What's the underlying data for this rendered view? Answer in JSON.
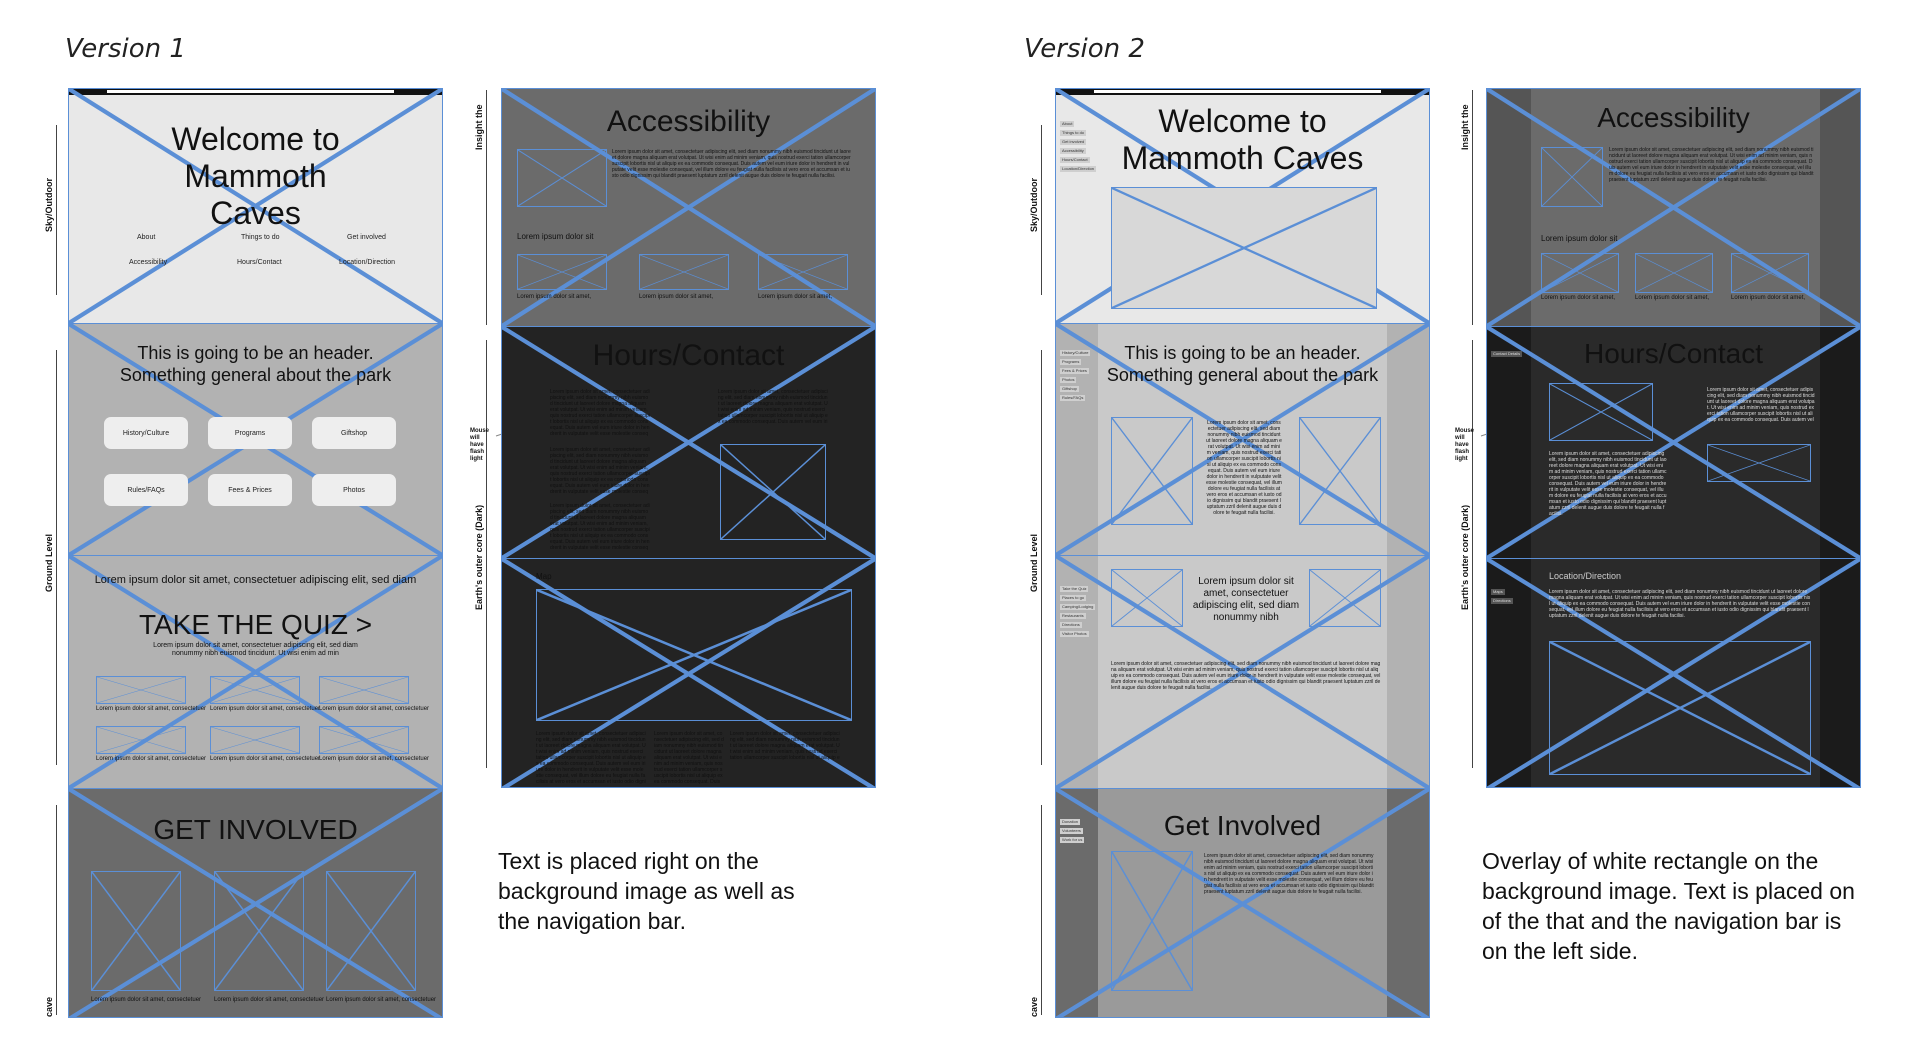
{
  "versions": {
    "v1": "Version 1",
    "v2": "Version 2"
  },
  "side_labels": {
    "sky": "Sky/Outdoor",
    "ground": "Ground Level",
    "cave": "cave",
    "insight": "Insight the",
    "earth": "Earth's outer core (Dark)"
  },
  "mouse_note": "Mouse will have flash light",
  "common": {
    "welcome": "Welcome to Mammoth Caves",
    "header": "This is going to be an header. Something general about the park",
    "accessibility": "Accessibility",
    "hours": "Hours/Contact",
    "lorem_short": "Lorem ipsum dolor sit",
    "lorem_cap": "Lorem ipsum dolor sit amet,",
    "lorem_line": "Lorem ipsum dolor sit amet, consectetuer adipiscing elit, sed diam",
    "lorem_para": "Lorem ipsum dolor sit amet, consectetuer adipiscing elit, sed diam nonummy nibh euismod tincidunt ut laoreet dolore magna aliquam erat volutpat. Ut wisi enim ad minim veniam, quis nostrud exerci tation ullamcorper suscipit lobortis nisl ut aliquip ex ea commodo consequat. Duis autem vel eum iriure dolor in hendrerit in vulputate velit esse molestie consequat, vel illum dolore eu feugiat nulla facilisis at vero eros et accumsan et iusto odio dignissim qui blandit praesent luptatum zzril delenit augue duis dolore te feugait nulla facilisi."
  },
  "v1": {
    "nav": [
      "About",
      "Things to do",
      "Get involved",
      "Accessibility",
      "Hours/Contact",
      "Location/Direction"
    ],
    "buttons": [
      "History/Culture",
      "Programs",
      "Giftshop",
      "Rules/FAQs",
      "Fees & Prices",
      "Photos"
    ],
    "quiz_lead": "Lorem ipsum dolor sit amet, consectetuer adipiscing elit, sed diam",
    "quiz_title": "TAKE THE QUIZ >",
    "quiz_sub": "Lorem ipsum dolor sit amet, consectetuer adipiscing elit, sed diam nonummy nibh euismod tincidunt. Ut wisi enim ad min",
    "thumb_caption": "Lorem ipsum dolor sit amet, consectetuer",
    "get_involved": "GET INVOLVED",
    "map_label": "Map",
    "note": "Text is placed right on the background image as well as the navigation bar."
  },
  "v2": {
    "nav_top": [
      "About",
      "Things to do",
      "Get involved",
      "Accessibility",
      "Hours/Contact",
      "Location/Direction"
    ],
    "nav_ground": [
      "History/Culture",
      "Programs",
      "Fees & Prices",
      "Photos",
      "Giftshop",
      "Rules/FAQs"
    ],
    "nav_quiz": [
      "Take the Quiz",
      "Places to go",
      "Camping/Lodging",
      "Restaurants",
      "Directions",
      "Visitor Photos"
    ],
    "nav_involved": [
      "Donation",
      "Volunteers",
      "Work for us"
    ],
    "nav_hours": [
      "Contact Details"
    ],
    "nav_location": [
      "Maps",
      "Directions"
    ],
    "center_text": "Lorem ipsum dolor sit amet, consectetuer adipiscing elit, sed diam nonummy nibh",
    "get_involved": "Get Involved",
    "location": "Location/Direction",
    "note": "Overlay of white rectangle on the background image. Text is placed on of the that and the navigation bar is on the left side."
  }
}
